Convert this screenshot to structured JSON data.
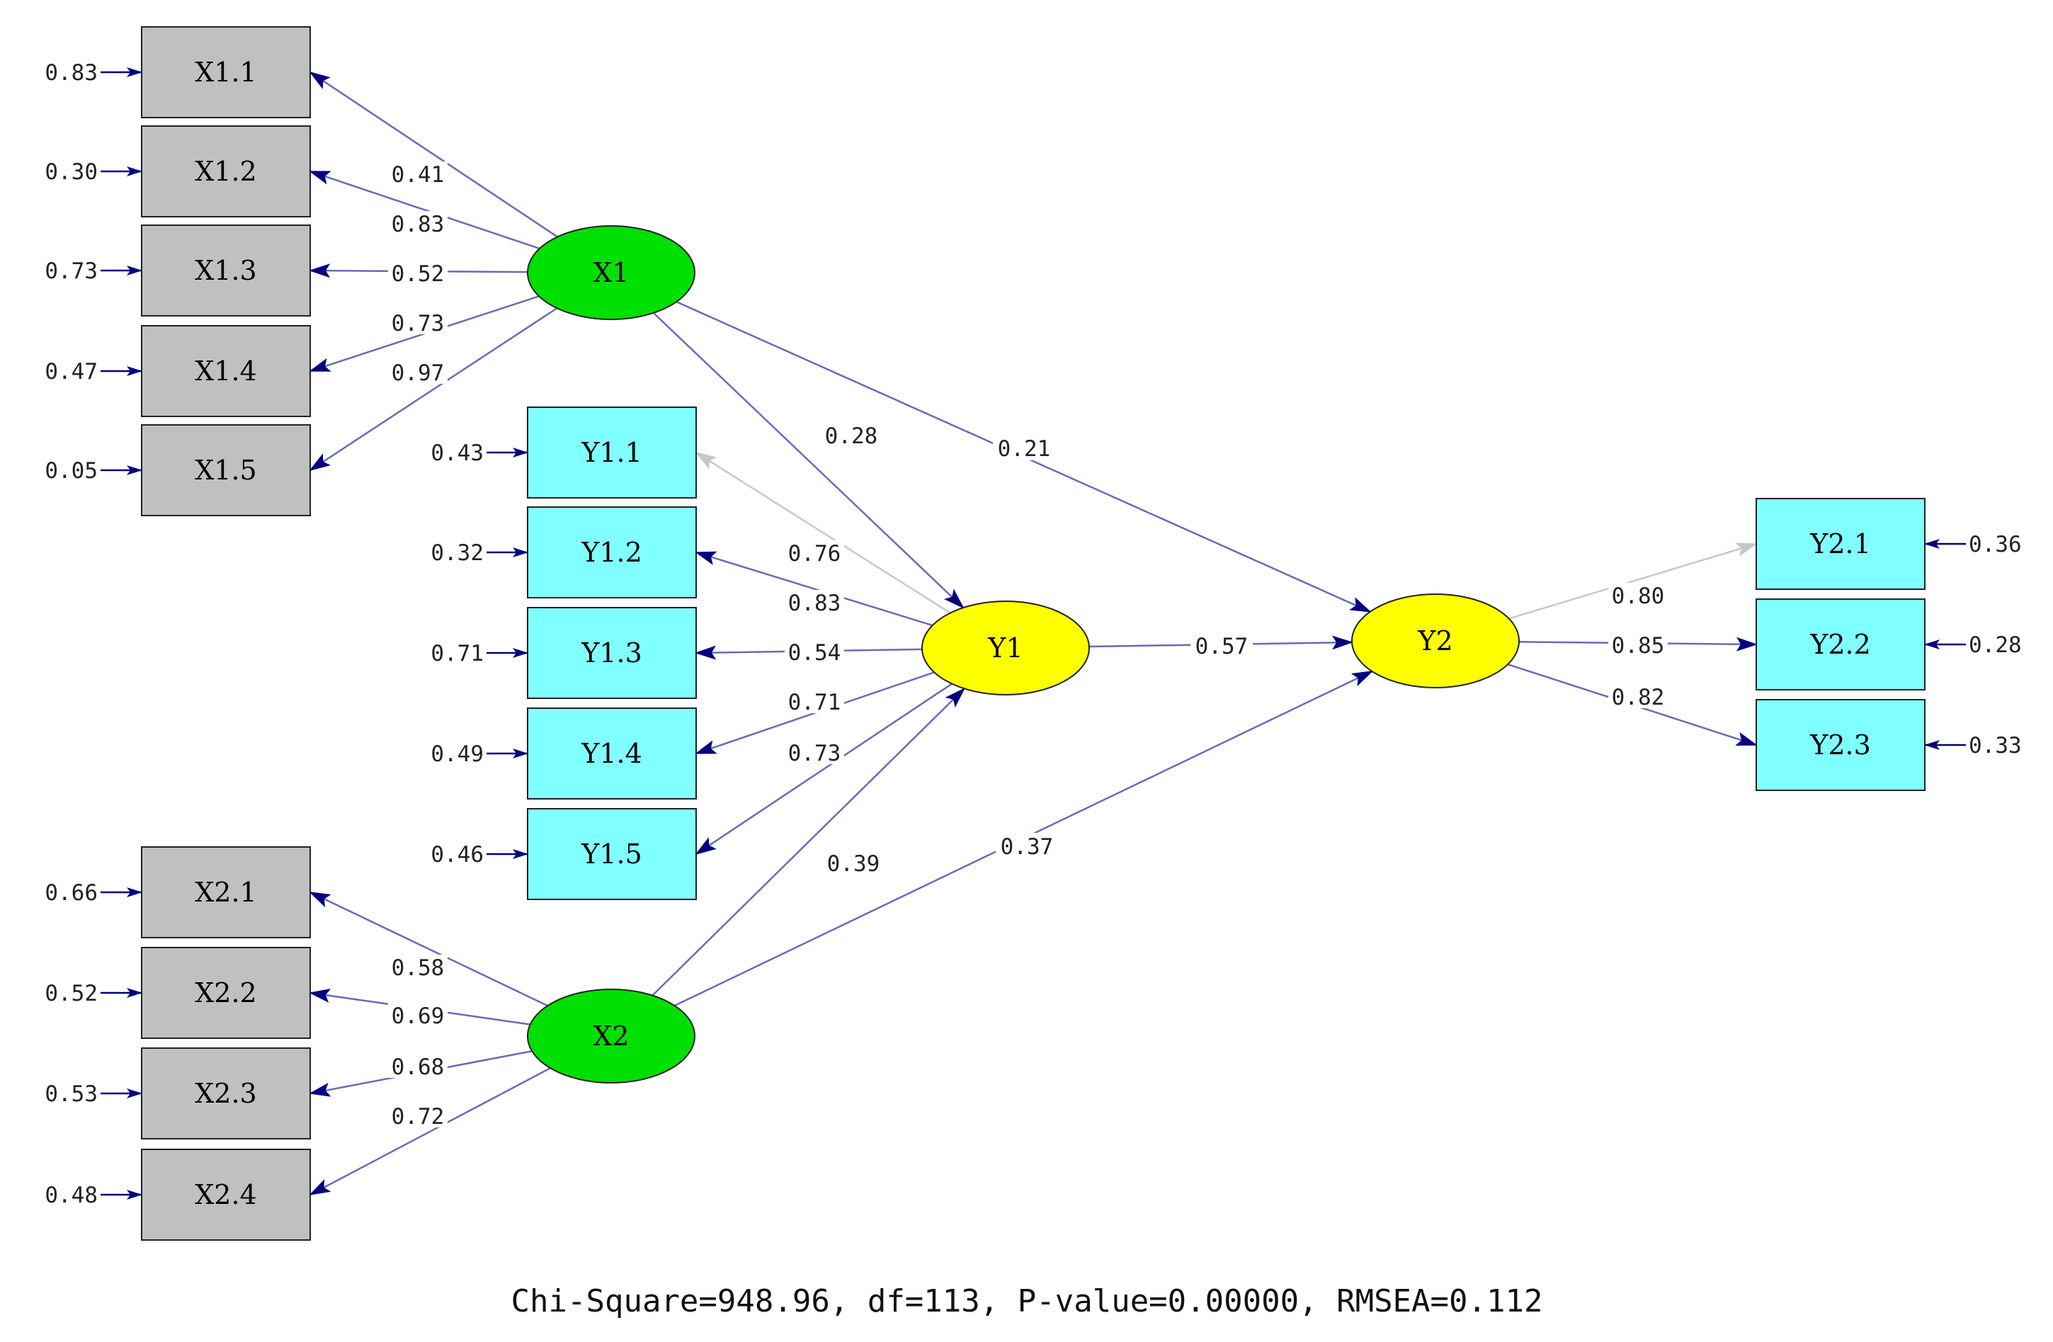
{
  "colors": {
    "x_indicator": "#c0c0c0",
    "y_indicator": "#80ffff",
    "x_latent": "#00e000",
    "y_latent": "#ffff00",
    "path": "#6a6ab8",
    "arrowhead": "#000080",
    "faded_path": "#c8c8c8"
  },
  "latents": [
    {
      "id": "X1",
      "label": "X1",
      "type": "exogenous"
    },
    {
      "id": "X2",
      "label": "X2",
      "type": "exogenous"
    },
    {
      "id": "Y1",
      "label": "Y1",
      "type": "endogenous"
    },
    {
      "id": "Y2",
      "label": "Y2",
      "type": "endogenous"
    }
  ],
  "indicators": [
    {
      "id": "X1.1",
      "label": "X1.1",
      "latent": "X1",
      "loading": "0.41",
      "error": "0.83"
    },
    {
      "id": "X1.2",
      "label": "X1.2",
      "latent": "X1",
      "loading": "0.83",
      "error": "0.30"
    },
    {
      "id": "X1.3",
      "label": "X1.3",
      "latent": "X1",
      "loading": "0.52",
      "error": "0.73"
    },
    {
      "id": "X1.4",
      "label": "X1.4",
      "latent": "X1",
      "loading": "0.73",
      "error": "0.47"
    },
    {
      "id": "X1.5",
      "label": "X1.5",
      "latent": "X1",
      "loading": "0.97",
      "error": "0.05"
    },
    {
      "id": "Y1.1",
      "label": "Y1.1",
      "latent": "Y1",
      "loading": "0.76",
      "error": "0.43",
      "faded": true
    },
    {
      "id": "Y1.2",
      "label": "Y1.2",
      "latent": "Y1",
      "loading": "0.83",
      "error": "0.32"
    },
    {
      "id": "Y1.3",
      "label": "Y1.3",
      "latent": "Y1",
      "loading": "0.54",
      "error": "0.71"
    },
    {
      "id": "Y1.4",
      "label": "Y1.4",
      "latent": "Y1",
      "loading": "0.71",
      "error": "0.49"
    },
    {
      "id": "Y1.5",
      "label": "Y1.5",
      "latent": "Y1",
      "loading": "0.73",
      "error": "0.46"
    },
    {
      "id": "X2.1",
      "label": "X2.1",
      "latent": "X2",
      "loading": "0.58",
      "error": "0.66"
    },
    {
      "id": "X2.2",
      "label": "X2.2",
      "latent": "X2",
      "loading": "0.69",
      "error": "0.52"
    },
    {
      "id": "X2.3",
      "label": "X2.3",
      "latent": "X2",
      "loading": "0.68",
      "error": "0.53"
    },
    {
      "id": "X2.4",
      "label": "X2.4",
      "latent": "X2",
      "loading": "0.72",
      "error": "0.48"
    },
    {
      "id": "Y2.1",
      "label": "Y2.1",
      "latent": "Y2",
      "loading": "0.80",
      "error": "0.36",
      "faded": true
    },
    {
      "id": "Y2.2",
      "label": "Y2.2",
      "latent": "Y2",
      "loading": "0.85",
      "error": "0.28"
    },
    {
      "id": "Y2.3",
      "label": "Y2.3",
      "latent": "Y2",
      "loading": "0.82",
      "error": "0.33"
    }
  ],
  "structural_paths": [
    {
      "from": "X1",
      "to": "Y1",
      "coef": "0.28"
    },
    {
      "from": "X1",
      "to": "Y2",
      "coef": "0.21"
    },
    {
      "from": "Y1",
      "to": "Y2",
      "coef": "0.57"
    },
    {
      "from": "X2",
      "to": "Y1",
      "coef": "0.39"
    },
    {
      "from": "X2",
      "to": "Y2",
      "coef": "0.37"
    }
  ],
  "fit_statistics": "Chi-Square=948.96, df=113, P-value=0.00000, RMSEA=0.112"
}
